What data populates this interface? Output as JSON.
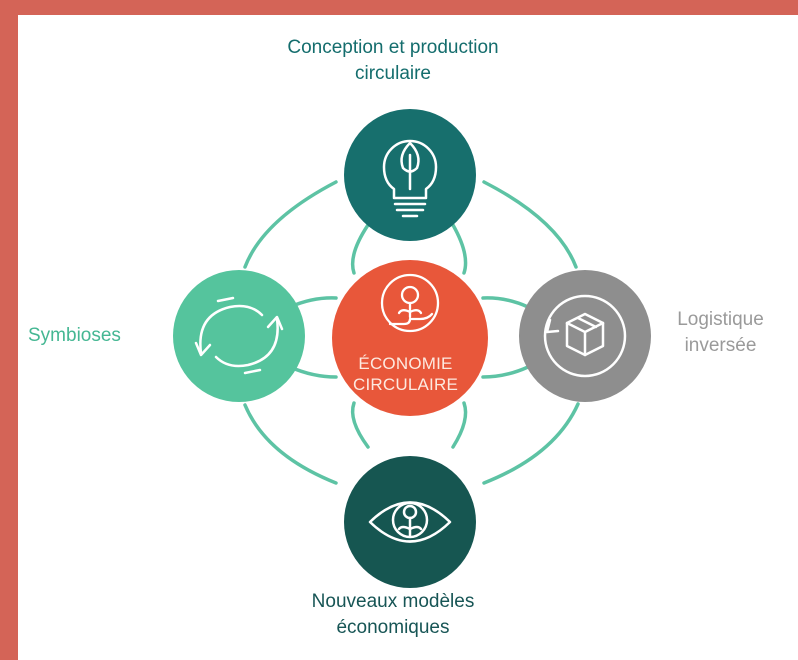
{
  "hub": {
    "line1": "ÉCONOMIE",
    "line2": "CIRCULAIRE",
    "icon": "hand-plant-coin-icon",
    "color": "#e8573a"
  },
  "nodes": {
    "top": {
      "line1": "Conception et production",
      "line2": "circulaire",
      "icon": "lightbulb-leaf-icon",
      "color": "#176f6d"
    },
    "left": {
      "line1": "Symbioses",
      "icon": "recycle-arrows-icon",
      "color": "#55c49d"
    },
    "right": {
      "line1": "Logistique",
      "line2": "inversée",
      "icon": "return-package-icon",
      "color": "#8e8e8e"
    },
    "bottom": {
      "line1": "Nouveaux modèles",
      "line2": "économiques",
      "icon": "eye-plant-coin-icon",
      "color": "#165651"
    }
  },
  "connector_color": "#5dc3a4",
  "background_border_color": "#d46457"
}
